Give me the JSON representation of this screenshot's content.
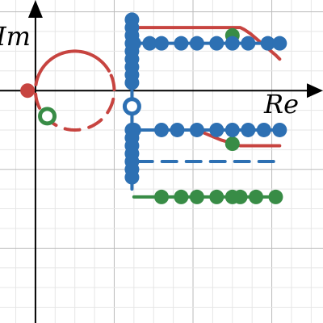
{
  "chart_data": {
    "type": "scatter",
    "title": "",
    "xlabel": "Re",
    "ylabel": "Im",
    "xlim": [
      -0.9,
      7.3
    ],
    "ylim": [
      -5.9,
      2.3
    ],
    "grid": true,
    "minor_grid": true,
    "colors": {
      "red": "#c74440",
      "blue": "#2d70b3",
      "green": "#388c46",
      "grid_major": "#bbbbbb",
      "grid_minor": "#e6e6e6",
      "axis": "#000000"
    },
    "series": [
      {
        "kind": "dashed-circle",
        "color": "red",
        "center": [
          1.0,
          0.0
        ],
        "radius": 1.0,
        "arc_start_deg": 150,
        "arc_end_deg": 390
      },
      {
        "kind": "solid-arc",
        "color": "red",
        "center": [
          1.0,
          0.0
        ],
        "radius": 1.0,
        "arc_start_deg": 30,
        "arc_end_deg": 150
      },
      {
        "kind": "point",
        "color": "red",
        "x": -0.2,
        "y": 0.0,
        "filled": true
      },
      {
        "kind": "point",
        "color": "green",
        "x": 0.3,
        "y": -0.65,
        "filled": false
      },
      {
        "kind": "curve",
        "color": "red",
        "points": [
          [
            2.5,
            1.6
          ],
          [
            5.2,
            1.6
          ],
          [
            5.3,
            1.55
          ],
          [
            5.45,
            1.45
          ],
          [
            6.1,
            0.9
          ],
          [
            6.2,
            0.8
          ]
        ]
      },
      {
        "kind": "curve",
        "color": "red",
        "points": [
          [
            2.5,
            -1.0
          ],
          [
            4.1,
            -1.0
          ],
          [
            4.7,
            -1.25
          ],
          [
            5.2,
            -1.4
          ],
          [
            6.2,
            -1.4
          ]
        ]
      },
      {
        "kind": "point",
        "color": "green",
        "x": 5.0,
        "y": 1.4,
        "filled": true
      },
      {
        "kind": "point",
        "color": "green",
        "x": 5.0,
        "y": -1.35,
        "filled": true
      },
      {
        "kind": "points-with-line",
        "color": "blue",
        "line": [
          [
            2.5,
            1.2
          ],
          [
            6.2,
            1.2
          ]
        ],
        "x": [
          2.5,
          2.9,
          3.2,
          3.7,
          4.1,
          4.6,
          5.0,
          5.4,
          5.9,
          6.2
        ],
        "y": 1.2
      },
      {
        "kind": "points-with-line",
        "color": "blue",
        "line": [
          [
            2.5,
            -1.0
          ],
          [
            6.2,
            -1.0
          ]
        ],
        "x": [
          2.5,
          3.2,
          3.6,
          4.1,
          4.6,
          5.0,
          5.4,
          5.8,
          6.2
        ],
        "y": -1.0
      },
      {
        "kind": "points-with-line",
        "color": "blue",
        "line": [
          [
            2.45,
            1.8
          ],
          [
            2.45,
            -2.5
          ]
        ],
        "x": 2.45,
        "y": [
          1.8,
          1.6,
          1.4,
          1.2,
          1.0,
          0.8,
          0.6,
          0.4,
          0.2,
          -1.0,
          -1.2,
          -1.4,
          -1.6,
          -1.8,
          -2.0,
          -2.2
        ]
      },
      {
        "kind": "point",
        "color": "blue",
        "x": 2.45,
        "y": -0.4,
        "filled": false
      },
      {
        "kind": "dashed-line",
        "color": "blue",
        "points": [
          [
            2.6,
            -1.8
          ],
          [
            6.2,
            -1.8
          ]
        ]
      },
      {
        "kind": "points-with-line",
        "color": "green",
        "line": [
          [
            2.5,
            -2.7
          ],
          [
            6.2,
            -2.7
          ]
        ],
        "x": [
          3.2,
          3.7,
          4.1,
          4.6,
          5.0,
          5.2,
          5.6,
          6.1
        ],
        "y": -2.7
      }
    ]
  }
}
